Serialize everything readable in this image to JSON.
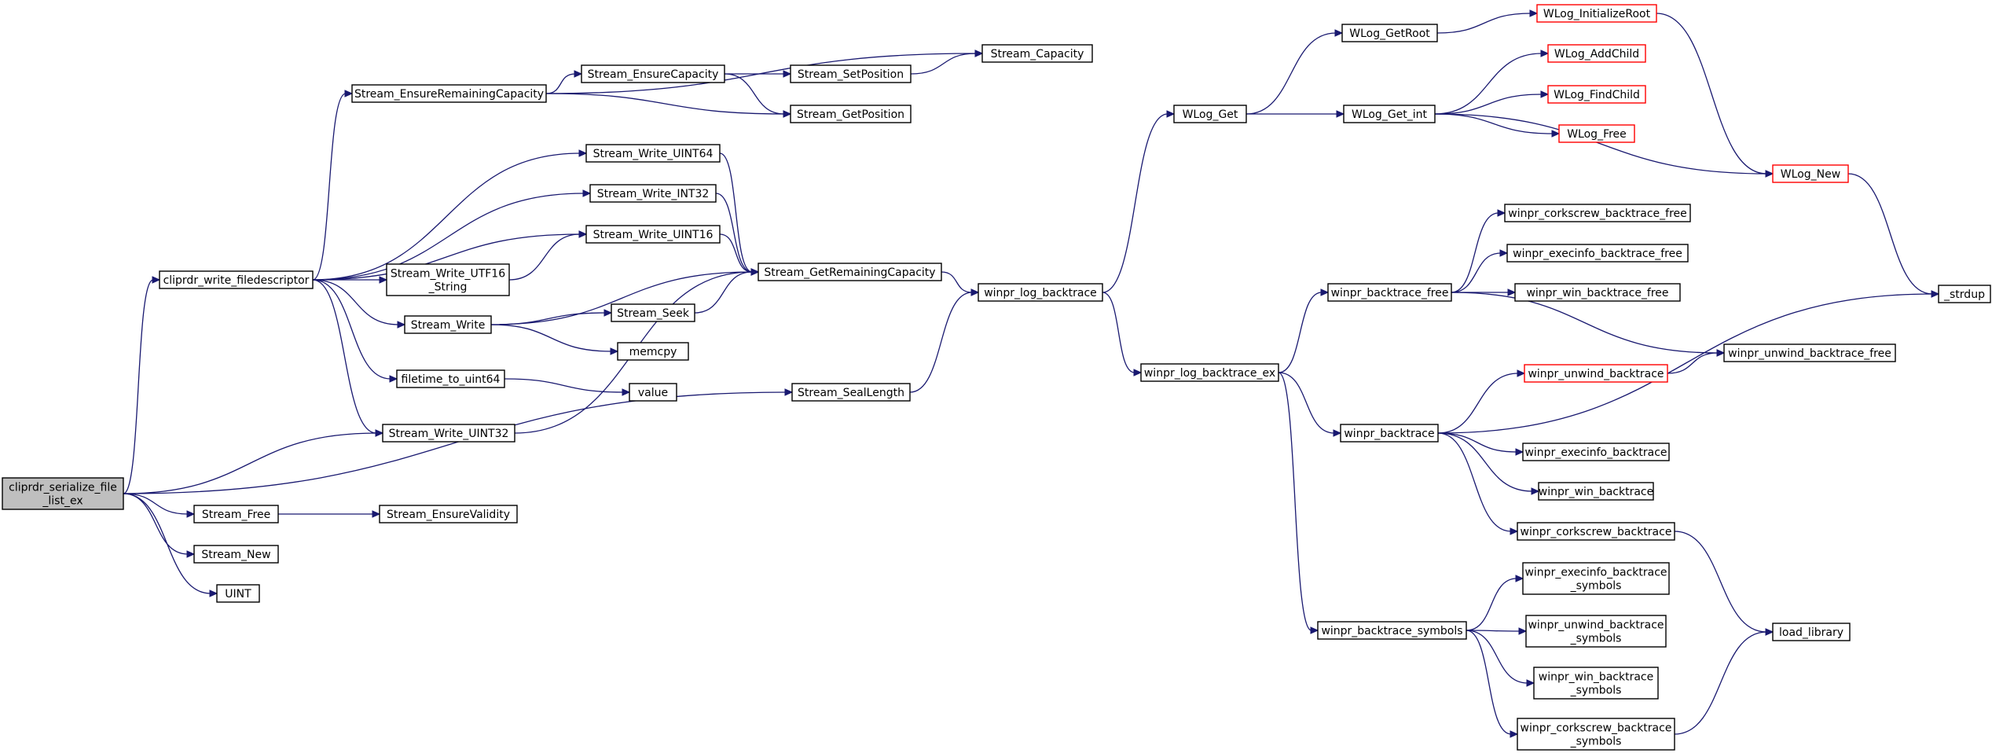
{
  "colors": {
    "edge": "#191970",
    "node_border": "#000000",
    "node_border_external": "#ff0000",
    "root_fill": "#bfbfbf",
    "node_fill": "#ffffff"
  },
  "nodes": [
    {
      "id": "root",
      "lines": [
        "cliprdr_serialize_file",
        "_list_ex"
      ],
      "kind": "root"
    },
    {
      "id": "write_fd",
      "lines": [
        "cliprdr_write_filedescriptor"
      ],
      "kind": "normal"
    },
    {
      "id": "s_free",
      "lines": [
        "Stream_Free"
      ],
      "kind": "normal"
    },
    {
      "id": "s_new",
      "lines": [
        "Stream_New"
      ],
      "kind": "normal"
    },
    {
      "id": "uint",
      "lines": [
        "UINT"
      ],
      "kind": "normal"
    },
    {
      "id": "s_ensure_validity",
      "lines": [
        "Stream_EnsureValidity"
      ],
      "kind": "normal"
    },
    {
      "id": "s_ensure_rem_cap",
      "lines": [
        "Stream_EnsureRemainingCapacity"
      ],
      "kind": "normal"
    },
    {
      "id": "s_ensure_cap",
      "lines": [
        "Stream_EnsureCapacity"
      ],
      "kind": "normal"
    },
    {
      "id": "s_set_pos",
      "lines": [
        "Stream_SetPosition"
      ],
      "kind": "normal"
    },
    {
      "id": "s_capacity",
      "lines": [
        "Stream_Capacity"
      ],
      "kind": "normal"
    },
    {
      "id": "s_get_pos",
      "lines": [
        "Stream_GetPosition"
      ],
      "kind": "normal"
    },
    {
      "id": "s_w_u64",
      "lines": [
        "Stream_Write_UINT64"
      ],
      "kind": "normal"
    },
    {
      "id": "s_w_i32",
      "lines": [
        "Stream_Write_INT32"
      ],
      "kind": "normal"
    },
    {
      "id": "s_w_u16",
      "lines": [
        "Stream_Write_UINT16"
      ],
      "kind": "normal"
    },
    {
      "id": "s_w_utf16",
      "lines": [
        "Stream_Write_UTF16",
        "_String"
      ],
      "kind": "normal"
    },
    {
      "id": "s_write",
      "lines": [
        "Stream_Write"
      ],
      "kind": "normal"
    },
    {
      "id": "ft_to_u64",
      "lines": [
        "filetime_to_uint64"
      ],
      "kind": "normal"
    },
    {
      "id": "s_w_u32",
      "lines": [
        "Stream_Write_UINT32"
      ],
      "kind": "normal"
    },
    {
      "id": "s_get_rem_cap",
      "lines": [
        "Stream_GetRemainingCapacity"
      ],
      "kind": "normal"
    },
    {
      "id": "s_seek",
      "lines": [
        "Stream_Seek"
      ],
      "kind": "normal"
    },
    {
      "id": "memcpy",
      "lines": [
        "memcpy"
      ],
      "kind": "normal"
    },
    {
      "id": "value",
      "lines": [
        "value"
      ],
      "kind": "normal"
    },
    {
      "id": "s_seal_len",
      "lines": [
        "Stream_SealLength"
      ],
      "kind": "normal"
    },
    {
      "id": "log_bt",
      "lines": [
        "winpr_log_backtrace"
      ],
      "kind": "normal"
    },
    {
      "id": "log_bt_ex",
      "lines": [
        "winpr_log_backtrace_ex"
      ],
      "kind": "normal"
    },
    {
      "id": "wlog_get",
      "lines": [
        "WLog_Get"
      ],
      "kind": "normal"
    },
    {
      "id": "wlog_get_root",
      "lines": [
        "WLog_GetRoot"
      ],
      "kind": "normal"
    },
    {
      "id": "wlog_get_int",
      "lines": [
        "WLog_Get_int"
      ],
      "kind": "normal"
    },
    {
      "id": "wlog_init_root",
      "lines": [
        "WLog_InitializeRoot"
      ],
      "kind": "external"
    },
    {
      "id": "wlog_add_child",
      "lines": [
        "WLog_AddChild"
      ],
      "kind": "external"
    },
    {
      "id": "wlog_find_child",
      "lines": [
        "WLog_FindChild"
      ],
      "kind": "external"
    },
    {
      "id": "wlog_free",
      "lines": [
        "WLog_Free"
      ],
      "kind": "external"
    },
    {
      "id": "wlog_new",
      "lines": [
        "WLog_New"
      ],
      "kind": "external"
    },
    {
      "id": "strdup",
      "lines": [
        "_strdup"
      ],
      "kind": "normal"
    },
    {
      "id": "bt_free",
      "lines": [
        "winpr_backtrace_free"
      ],
      "kind": "normal"
    },
    {
      "id": "corkscrew_bt_free",
      "lines": [
        "winpr_corkscrew_backtrace_free"
      ],
      "kind": "normal"
    },
    {
      "id": "execinfo_bt_free",
      "lines": [
        "winpr_execinfo_backtrace_free"
      ],
      "kind": "normal"
    },
    {
      "id": "win_bt_free",
      "lines": [
        "winpr_win_backtrace_free"
      ],
      "kind": "normal"
    },
    {
      "id": "unwind_bt_free",
      "lines": [
        "winpr_unwind_backtrace_free"
      ],
      "kind": "normal"
    },
    {
      "id": "bt",
      "lines": [
        "winpr_backtrace"
      ],
      "kind": "normal"
    },
    {
      "id": "unwind_bt",
      "lines": [
        "winpr_unwind_backtrace"
      ],
      "kind": "external"
    },
    {
      "id": "execinfo_bt",
      "lines": [
        "winpr_execinfo_backtrace"
      ],
      "kind": "normal"
    },
    {
      "id": "win_bt",
      "lines": [
        "winpr_win_backtrace"
      ],
      "kind": "normal"
    },
    {
      "id": "corkscrew_bt",
      "lines": [
        "winpr_corkscrew_backtrace"
      ],
      "kind": "normal"
    },
    {
      "id": "load_library",
      "lines": [
        "load_library"
      ],
      "kind": "normal"
    },
    {
      "id": "bt_symbols",
      "lines": [
        "winpr_backtrace_symbols"
      ],
      "kind": "normal"
    },
    {
      "id": "execinfo_bt_sym",
      "lines": [
        "winpr_execinfo_backtrace",
        "_symbols"
      ],
      "kind": "normal"
    },
    {
      "id": "unwind_bt_sym",
      "lines": [
        "winpr_unwind_backtrace",
        "_symbols"
      ],
      "kind": "normal"
    },
    {
      "id": "win_bt_sym",
      "lines": [
        "winpr_win_backtrace",
        "_symbols"
      ],
      "kind": "normal"
    },
    {
      "id": "corkscrew_bt_sym",
      "lines": [
        "winpr_corkscrew_backtrace",
        "_symbols"
      ],
      "kind": "normal"
    }
  ],
  "edges": [
    [
      "root",
      "write_fd"
    ],
    [
      "root",
      "s_w_u32"
    ],
    [
      "root",
      "s_seal_len"
    ],
    [
      "root",
      "s_free"
    ],
    [
      "root",
      "s_new"
    ],
    [
      "root",
      "uint"
    ],
    [
      "s_free",
      "s_ensure_validity"
    ],
    [
      "write_fd",
      "s_ensure_rem_cap"
    ],
    [
      "write_fd",
      "s_w_u64"
    ],
    [
      "write_fd",
      "s_w_i32"
    ],
    [
      "write_fd",
      "s_w_u16"
    ],
    [
      "write_fd",
      "s_w_utf16"
    ],
    [
      "write_fd",
      "s_write"
    ],
    [
      "write_fd",
      "ft_to_u64"
    ],
    [
      "write_fd",
      "s_w_u32"
    ],
    [
      "s_ensure_rem_cap",
      "s_capacity"
    ],
    [
      "s_ensure_rem_cap",
      "s_ensure_cap"
    ],
    [
      "s_ensure_rem_cap",
      "s_get_pos"
    ],
    [
      "s_ensure_cap",
      "s_set_pos"
    ],
    [
      "s_ensure_cap",
      "s_get_pos"
    ],
    [
      "s_set_pos",
      "s_capacity"
    ],
    [
      "s_w_u64",
      "s_get_rem_cap"
    ],
    [
      "s_w_i32",
      "s_get_rem_cap"
    ],
    [
      "s_w_u16",
      "s_get_rem_cap"
    ],
    [
      "s_w_utf16",
      "s_w_u16"
    ],
    [
      "s_write",
      "s_get_rem_cap"
    ],
    [
      "s_write",
      "s_seek"
    ],
    [
      "s_write",
      "memcpy"
    ],
    [
      "s_seek",
      "s_get_rem_cap"
    ],
    [
      "ft_to_u64",
      "value"
    ],
    [
      "s_w_u32",
      "s_get_rem_cap"
    ],
    [
      "s_get_rem_cap",
      "log_bt"
    ],
    [
      "s_seal_len",
      "log_bt"
    ],
    [
      "log_bt",
      "wlog_get"
    ],
    [
      "log_bt",
      "log_bt_ex"
    ],
    [
      "wlog_get",
      "wlog_get_root"
    ],
    [
      "wlog_get",
      "wlog_get_int"
    ],
    [
      "wlog_get_root",
      "wlog_init_root"
    ],
    [
      "wlog_get_int",
      "wlog_add_child"
    ],
    [
      "wlog_get_int",
      "wlog_find_child"
    ],
    [
      "wlog_get_int",
      "wlog_free"
    ],
    [
      "wlog_get_int",
      "wlog_new"
    ],
    [
      "wlog_init_root",
      "wlog_new"
    ],
    [
      "wlog_new",
      "strdup"
    ],
    [
      "log_bt_ex",
      "bt_free"
    ],
    [
      "log_bt_ex",
      "bt"
    ],
    [
      "log_bt_ex",
      "bt_symbols"
    ],
    [
      "bt_free",
      "corkscrew_bt_free"
    ],
    [
      "bt_free",
      "execinfo_bt_free"
    ],
    [
      "bt_free",
      "win_bt_free"
    ],
    [
      "bt_free",
      "unwind_bt_free"
    ],
    [
      "bt",
      "unwind_bt"
    ],
    [
      "bt",
      "strdup"
    ],
    [
      "bt",
      "execinfo_bt"
    ],
    [
      "bt",
      "win_bt"
    ],
    [
      "bt",
      "corkscrew_bt"
    ],
    [
      "unwind_bt",
      "unwind_bt_free"
    ],
    [
      "corkscrew_bt",
      "load_library"
    ],
    [
      "bt_symbols",
      "execinfo_bt_sym"
    ],
    [
      "bt_symbols",
      "unwind_bt_sym"
    ],
    [
      "bt_symbols",
      "win_bt_sym"
    ],
    [
      "bt_symbols",
      "corkscrew_bt_sym"
    ],
    [
      "corkscrew_bt_sym",
      "load_library"
    ]
  ]
}
